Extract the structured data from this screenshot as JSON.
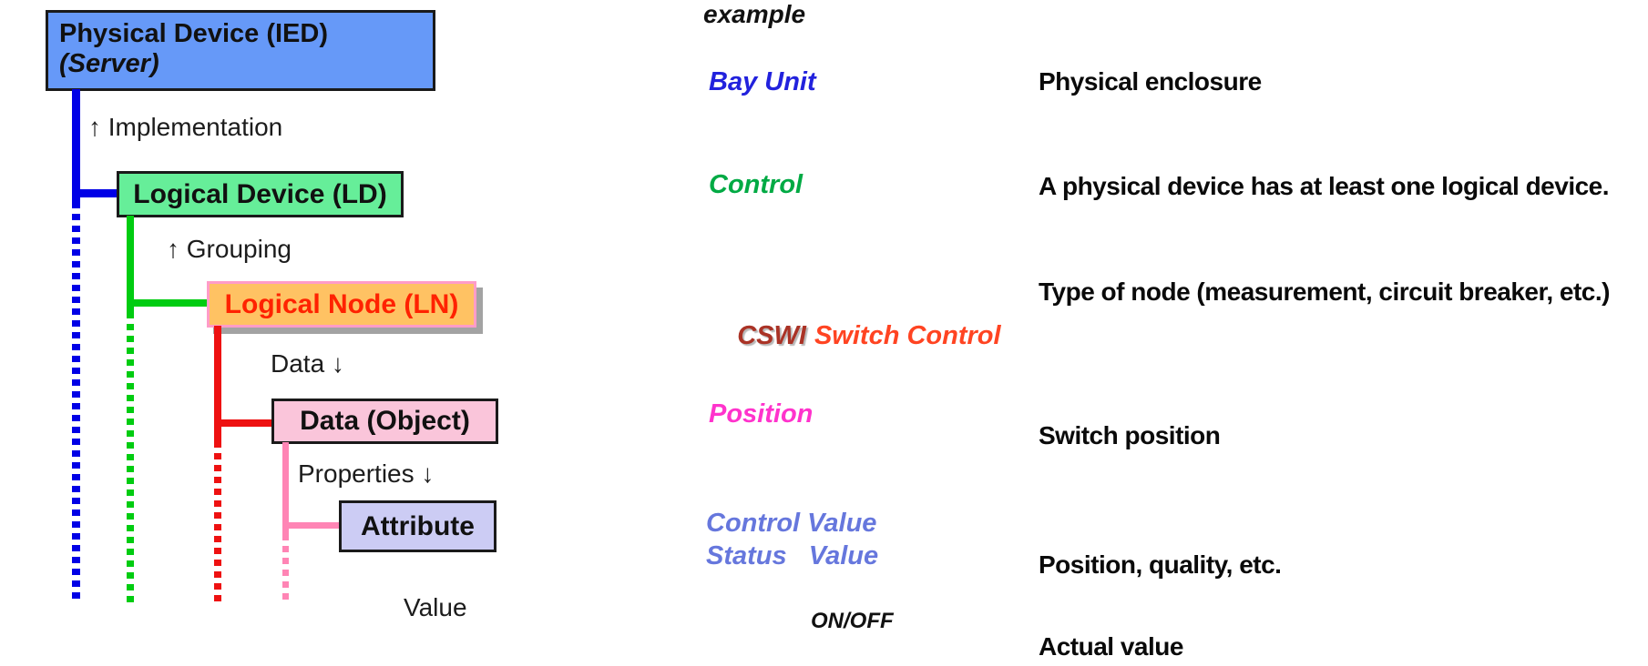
{
  "tree": {
    "physical_device_line1": "Physical Device (IED)",
    "physical_device_line2": "(Server)",
    "logical_device": "Logical Device (LD)",
    "logical_node": "Logical Node (LN)",
    "data_object": "Data (Object)",
    "attribute": "Attribute",
    "labels": {
      "implementation": "↑ Implementation",
      "grouping": "↑ Grouping",
      "data": "Data ↓",
      "properties": "Properties ↓",
      "value": "Value"
    }
  },
  "example": {
    "header": "example",
    "bay_unit": "Bay Unit",
    "control": "Control",
    "cswi": "CSWI",
    "cswi_rest": "Switch Control",
    "position": "Position",
    "control_value": "Control Value",
    "status_value": "Status   Value",
    "on_off": "ON/OFF"
  },
  "descriptions": {
    "physical_enclosure": "Physical enclosure",
    "logical_device": "A physical device has at least one logical device.",
    "node_type": "Type of node (measurement, circuit breaker, etc.)",
    "switch_position": "Switch position",
    "properties": "Position, quality, etc.",
    "actual_value": "Actual value"
  },
  "colors": {
    "box_border": "#1a1a1a",
    "blue_fill": "#6699f8",
    "green_fill": "#66ee99",
    "orange_fill": "#ffc263",
    "orange_border": "#ff9cc8",
    "pink_fill": "#fac5da",
    "lavender_fill": "#ccccf4",
    "ln_text": "#ff2200",
    "line_blue": "#0000e6",
    "line_green": "#00cc11",
    "line_red": "#ee1111",
    "line_pink": "#ff85b5",
    "txt_label": "#1c1c1c",
    "txt_blue": "#2222dd",
    "txt_green": "#00aa44",
    "txt_cswi": "#aa3326",
    "txt_switch": "#ff4422",
    "txt_magenta": "#ff33cc",
    "txt_periwinkle": "#6677dd"
  }
}
